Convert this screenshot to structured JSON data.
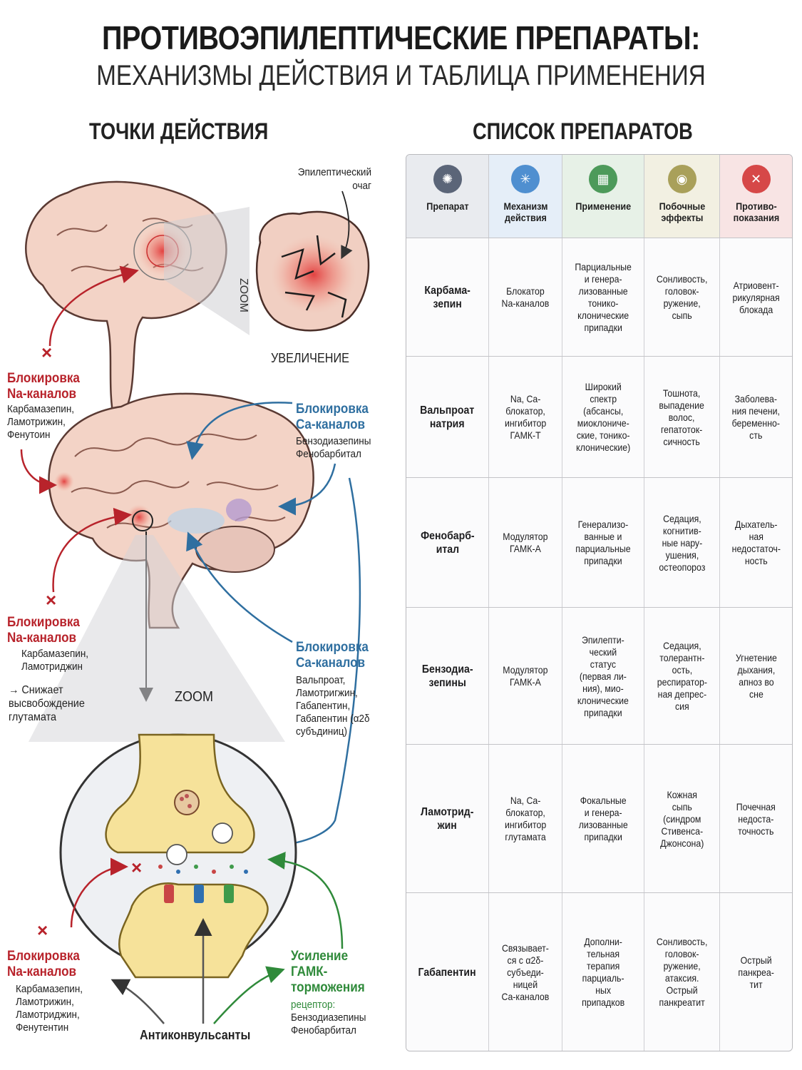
{
  "title": "ПРОТИВОЭПИЛЕПТИЧЕСКИЕ ПРЕПАРАТЫ:",
  "subtitle": "МЕХАНИЗМЫ ДЕЙСТВИЯ И ТАБЛИЦА ПРИМЕНЕНИЯ",
  "left_section": "ТОЧКИ ДЕЙСТВИЯ",
  "right_section": "СПИСОК ПРЕПАРАТОВ",
  "diagram": {
    "focus_label": "Эпилептический\nочаг",
    "zoom_top": "ZOOM",
    "magnify": "УВЕЛИЧЕНИЕ",
    "zoom_bottom": "ZOOM",
    "na1_title": "Блокировка\nNa-каналов",
    "na1_drugs": "Карбамазепин,\nЛамотрижин,\nФенутоин",
    "ca1_title": "Блокировка\nCa-каналов",
    "ca1_drugs": "Бензодиазепины\nФенобарбитал",
    "na2_title": "Блокировка\nNa-каналов",
    "na2_drugs": "Карбамазепин,\nЛамотриджин",
    "glut": "→ Снижает\nвысвобождение\nглутамата",
    "ca2_title": "Блокировка\nCa-каналов",
    "ca2_drugs": "Вальпроат,\nЛамотригжин,\nГабапентин,\nГабапентин (α2δ\nсубъдиниц)",
    "na3_title": "Блокировка\nNa-каналов",
    "na3_drugs": "Карбамазепин,\nЛамотрижин,\nЛамотриджин,\nФенутентин",
    "gaba_title": "Усиление\nГАМК-\nторможения",
    "gaba_sub": "рецептор:",
    "gaba_drugs": "Бензодиазепины\nФенобарбитал",
    "anticonv": "Антиконвульсанты"
  },
  "table": {
    "headers": [
      {
        "label": "Препарат",
        "icon": "brain-icon",
        "color": "#5b6578"
      },
      {
        "label": "Механизм\nдействия",
        "icon": "neuron-icon",
        "color": "#4f8fd0"
      },
      {
        "label": "Применение",
        "icon": "calendar-icon",
        "color": "#4d9a5a"
      },
      {
        "label": "Побочные\nэффекты",
        "icon": "palette-icon",
        "color": "#a9a05a"
      },
      {
        "label": "Противо-\nпоказания",
        "icon": "close-icon",
        "color": "#d64848"
      }
    ],
    "header_bgs": [
      "#e9ebef",
      "#e5eef8",
      "#e7f1e7",
      "#f2f0e2",
      "#f8e4e4"
    ],
    "rows": [
      {
        "drug": "Карбама-\nзепин",
        "mech": "Блокатор\nNa-каналов",
        "use": "Парциальные\nи генера-\nлизованные\nтонико-\nклонические\nприпадки",
        "side": "Сонливость,\nголовок-\nружение,\nсыпь",
        "contra": "Атриовент-\nрикулярная\nблокада"
      },
      {
        "drug": "Вальпроат\nнатрия",
        "mech": "Na, Ca-\nблокатор,\nингибитор\nГАМК-Т",
        "use": "Широкий\nспектр\n(абсансы,\nмиоклониче-\nские, тонико-\nклонические)",
        "side": "Тошнота,\nвыпадение\nволос,\nгепатоток-\nсичность",
        "contra": "Заболева-\nния печени,\nбеременно-\nсть"
      },
      {
        "drug": "Фенобарб-\nитал",
        "mech": "Модулятор\nГАМК-А",
        "use": "Генерализо-\nванные и\nпарциальные\nприпадки",
        "side": "Седация,\nкогнитив-\nные нару-\nушения,\nостеопороз",
        "contra": "Дыхатель-\nная\nнедостаточ-\nность"
      },
      {
        "drug": "Бензодиа-\nзепины",
        "mech": "Модулятор\nГАМК-А",
        "use": "Эпилепти-\nческий\nстатус\n(первая ли-\nния), мио-\nклонические\nприпадки",
        "side": "Седация,\nтолерантн-\nость,\nреспиратор-\nная депрес-\nсия",
        "contra": "Угнетение\nдыхания,\nапноз во\nсне"
      },
      {
        "drug": "Ламотрид-\nжин",
        "mech": "Na, Ca-\nблокатор,\nингибитор\nглутамата",
        "use": "Фокальные\nи генера-\nлизованные\nприпадки",
        "side": "Кожная\nсыпь\n(синдром\nСтивенса-\nДжонсона)",
        "contra": "Почечная\nнедоста-\nточность"
      },
      {
        "drug": "Габапентин",
        "mech": "Связывает-\nся с α2δ-\nсубъеди-\nницей\nCa-каналов",
        "use": "Дополни-\nтельная\nтерапия\nпарциаль-\nных\nприпадков",
        "side": "Сонливость,\nголовок-\nружение,\nатаксия.\nОстрый\nпанкреатит",
        "contra": "Острый\nпанкреа-\nтит"
      }
    ]
  }
}
